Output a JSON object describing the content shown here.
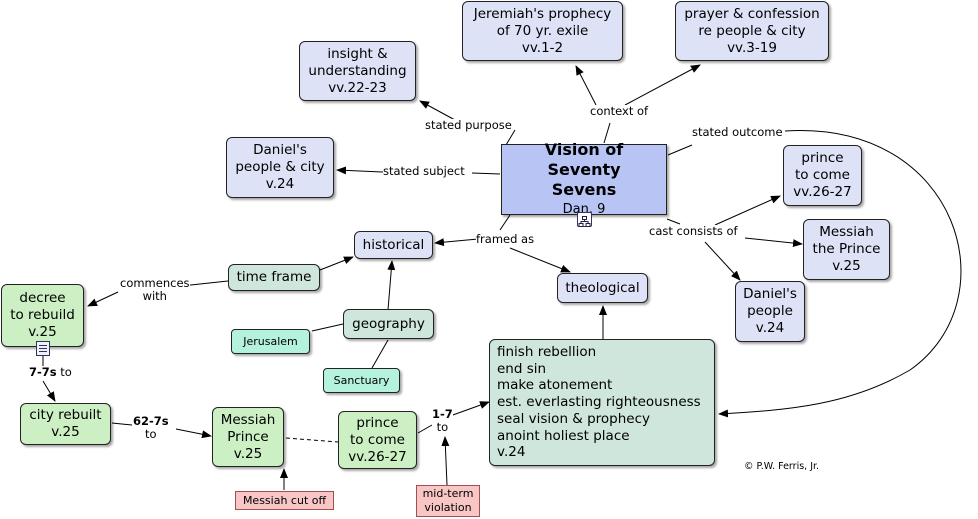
{
  "nodes": {
    "vision_title": "Vision of Seventy Sevens",
    "vision_ref": "Dan. 9",
    "jeremiah": [
      "Jeremiah's prophecy",
      "of 70 yr. exile",
      "vv.1-2"
    ],
    "prayer": [
      "prayer & confession",
      "re people & city",
      "vv.3-19"
    ],
    "insight": [
      "insight &",
      "understanding",
      "vv.22-23"
    ],
    "daniels_people_city": [
      "Daniel's",
      "people & city",
      "v.24"
    ],
    "prince_top": [
      "prince",
      "to come",
      "vv.26-27"
    ],
    "messiah_prince_right": [
      "Messiah",
      "the Prince",
      "v.25"
    ],
    "daniels_people": [
      "Daniel's",
      "people",
      "v.24"
    ],
    "historical": "historical",
    "theological": "theological",
    "time_frame": "time frame",
    "geography": "geography",
    "jerusalem": "Jerusalem",
    "sanctuary": "Sanctuary",
    "decree": [
      "decree",
      "to rebuild",
      "v.25"
    ],
    "city_rebuilt": [
      "city rebuilt",
      "v.25"
    ],
    "messiah_prince": [
      "Messiah",
      "Prince",
      "v.25"
    ],
    "prince_bottom": [
      "prince",
      "to come",
      "vv.26-27"
    ],
    "outcomes": [
      "finish rebellion",
      "end sin",
      "make atonement",
      "est. everlasting righteousness",
      "seal vision & prophecy",
      "anoint holiest place",
      "v.24"
    ],
    "messiah_cut_off": "Messiah cut off",
    "mid_term": [
      "mid-term",
      "violation"
    ]
  },
  "links": {
    "context_of": "context of",
    "stated_purpose": "stated purpose",
    "stated_subject": "stated subject",
    "stated_outcome": "stated outcome",
    "framed_as": "framed as",
    "cast_consists_of": "cast consists of",
    "commences_with": [
      "commences",
      "with"
    ],
    "to_77": {
      "num": "7-7s",
      "word": "to"
    },
    "to_627": {
      "num": "62-7s",
      "word": "to"
    },
    "to_17": {
      "num": "1-7",
      "word": "to"
    }
  },
  "copyright": "© P.W. Ferris, Jr."
}
